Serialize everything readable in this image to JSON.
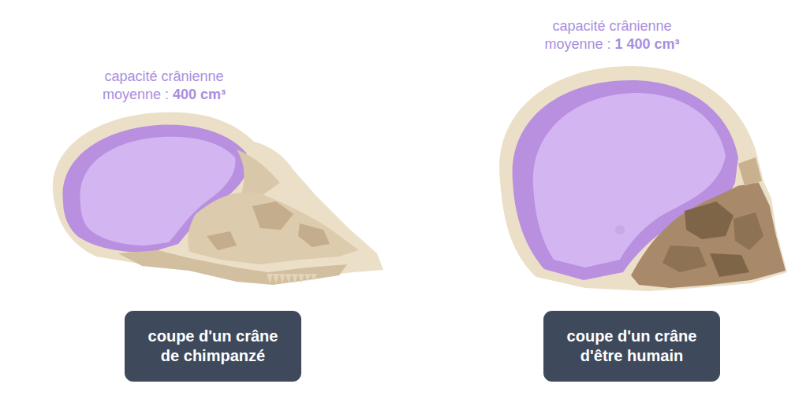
{
  "diagram": {
    "nodes": [
      {
        "text": [
          "coupe d'un crâne de chimpanzé"
        ]
      },
      {
        "text": [
          "coupe d'un crâne d'être humain"
        ]
      }
    ],
    "labels": [
      "capacité crânienne moyenne :",
      "400 cm³",
      "capacité crânienne moyenne :",
      "1 400 cm³"
    ]
  }
}
